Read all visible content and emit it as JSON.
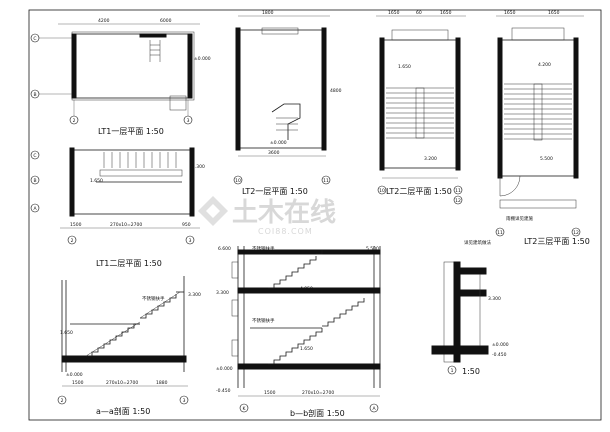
{
  "titles": {
    "lt1_first": "LT1一层平面 1:50",
    "lt1_second": "LT1二层平面 1:50",
    "lt2_first": "LT2一层平面 1:50",
    "lt2_second": "LT2二层平面 1:50",
    "lt2_third": "LT2三层平面 1:50",
    "section_aa": "a—a剖面 1:50",
    "section_bb": "b—b剖面 1:50",
    "detail": "1:50"
  },
  "watermark": {
    "main": "土木在线",
    "sub": "COI88.COM"
  },
  "dims": {
    "d4200": "4200",
    "d6000": "6000",
    "d1500": "1500",
    "d270x10": "270x10=2700",
    "d950": "950",
    "d1800": "1800",
    "d3600": "3600",
    "d1650": "1650",
    "d60": "60",
    "d1880": "1880",
    "d4800": "4800"
  },
  "levels": {
    "l0": "±0.000",
    "l1": "1.650",
    "l2": "3.300",
    "l3": "4.950",
    "l4": "6.600",
    "l5": "-0.450",
    "l6": "5.500",
    "l7": "3.200",
    "l8": "4.200"
  },
  "axes": {
    "c": "C",
    "b": "B",
    "a": "A",
    "n2": "2",
    "n3": "3",
    "n10": "10",
    "n11": "11",
    "n12": "12",
    "k": "K",
    "one": "1"
  },
  "notes": {
    "stair_rail": "不锈钢扶手",
    "detail_note": "详见建筑做法",
    "gutter": "雨棚详见建施"
  }
}
